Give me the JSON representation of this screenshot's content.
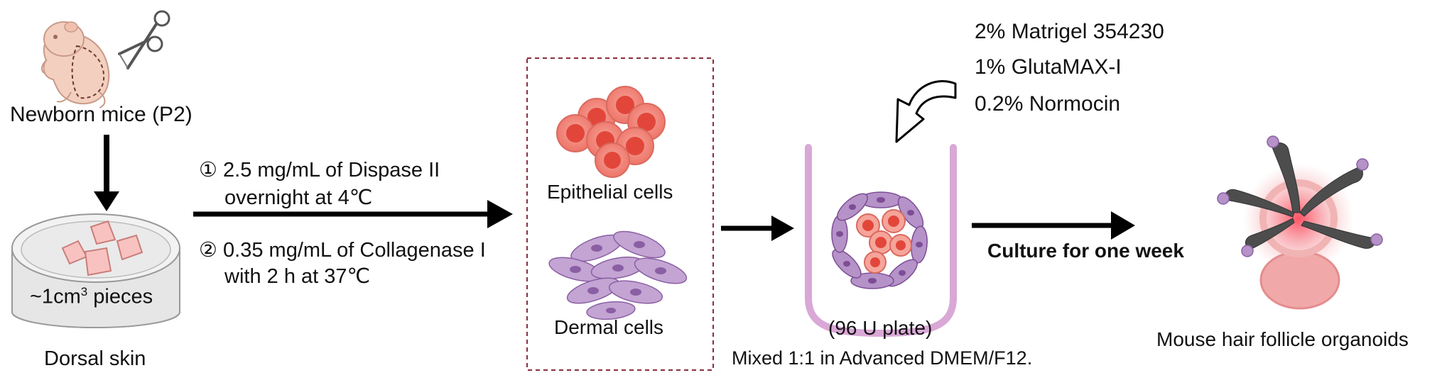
{
  "mouse": {
    "label": "Newborn mice (P2)"
  },
  "dish": {
    "pieces_prefix": "~1cm",
    "pieces_sup": "3",
    "pieces_suffix": " pieces",
    "label": "Dorsal skin"
  },
  "digestion": {
    "step1_line1": "① 2.5 mg/mL of Dispase II",
    "step1_line2": "overnight at 4℃",
    "step2_line1": "② 0.35 mg/mL of Collagenase I",
    "step2_line2": "with 2 h at 37℃"
  },
  "cells": {
    "epithelial": "Epithelial cells",
    "dermal": "Dermal cells"
  },
  "additives": [
    "2% Matrigel 354230",
    "1% GlutaMAX-I",
    "0.2% Normocin"
  ],
  "plate": {
    "label": "(96 U plate)",
    "medium": "Mixed 1:1 in Advanced DMEM/F12."
  },
  "culture": {
    "label": "Culture for one week"
  },
  "organoid": {
    "label": "Mouse hair follicle organoids"
  },
  "colors": {
    "arrow": "#000000",
    "skin": "#f3cfc0",
    "epithelial": "#f07f72",
    "epithelial_core": "#e2463a",
    "dermal": "#b592c7",
    "dermal_nucleus": "#8a5fa3",
    "plate": "#d9a8d6",
    "box_border": "#8c2e3c"
  }
}
